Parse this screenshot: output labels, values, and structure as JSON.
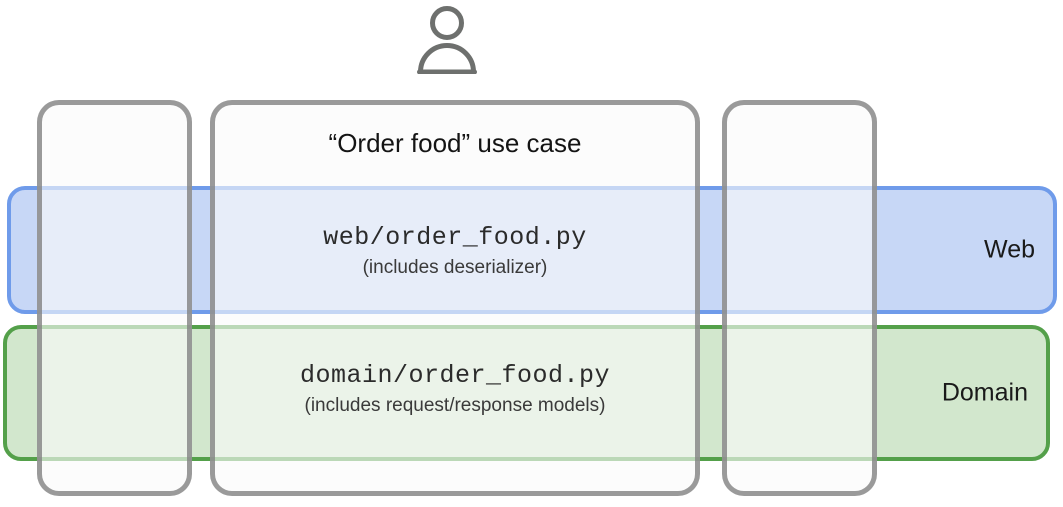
{
  "diagram": {
    "actor": {
      "icon": "user-actor-icon",
      "stroke_color": "#6e706e"
    },
    "slice_title": "“Order food” use case",
    "layers": [
      {
        "key": "web",
        "label": "Web",
        "fill_color": "#c7d7f6",
        "border_color": "#6f9bea",
        "cell": {
          "path": "web/order_food.py",
          "note": "(includes deserializer)"
        }
      },
      {
        "key": "domain",
        "label": "Domain",
        "fill_color": "#d2e7cd",
        "border_color": "#54a04a",
        "cell": {
          "path": "domain/order_food.py",
          "note": "(includes request/response models)"
        }
      }
    ],
    "slices": [
      {
        "key": "slice-left",
        "label": ""
      },
      {
        "key": "slice-center",
        "label": "“Order food” use case"
      },
      {
        "key": "slice-right",
        "label": ""
      }
    ],
    "colors": {
      "slice_border": "#828282",
      "slice_fill": "#fafafa",
      "background": "#ffffff",
      "text": "#141414"
    }
  }
}
